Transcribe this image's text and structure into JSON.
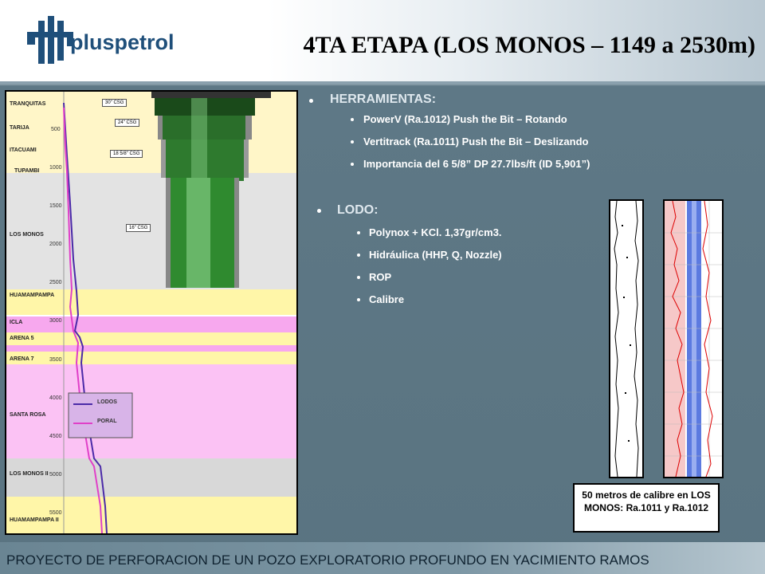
{
  "header": {
    "logo_text": "pluspetrol",
    "title": "4TA ETAPA (LOS MONOS – 1149 a 2530m)"
  },
  "footer": {
    "text": "PROYECTO DE PERFORACION DE UN POZO EXPLORATORIO PROFUNDO EN YACIMIENTO RAMOS"
  },
  "well_chart": {
    "formations": [
      "TRANQUITAS",
      "TARIJA",
      "ITACUAMI",
      "TUPAMBI",
      "LOS MONOS",
      "HUAMAMPAMPA",
      "ICLA",
      "ARENA 5",
      "ARENA 7",
      "SANTA ROSA",
      "LOS MONOS II",
      "HUAMAMPAMPA II"
    ],
    "depths": [
      "500",
      "1000",
      "1500",
      "2000",
      "2500",
      "3000",
      "3500",
      "4000",
      "4500",
      "5000",
      "5500"
    ],
    "casings": [
      "30\" CSG",
      "24\" CSG",
      "18 5/8\" CSG",
      "16\" CSG"
    ],
    "legend": {
      "lodos": "LODOS",
      "poral": "PORAL"
    },
    "colors": {
      "lodos": "#4b2aa8",
      "poral": "#e040c8"
    }
  },
  "tools": {
    "heading": "HERRAMIENTAS:",
    "items": [
      "PowerV (Ra.1012)  Push the Bit – Rotando",
      "Vertitrack (Ra.1011) Push the Bit – Deslizando",
      "Importancia del 6 5/8” DP 27.7lbs/ft (ID 5,901”)"
    ]
  },
  "mud": {
    "heading": "LODO:",
    "items": [
      "Polynox + KCl. 1,37gr/cm3.",
      "Hidráulica (HHP, Q, Nozzle)",
      "ROP",
      "Calibre"
    ]
  },
  "caliper": {
    "caption": "50 metros de calibre en LOS MONOS: Ra.1011 y Ra.1012"
  }
}
